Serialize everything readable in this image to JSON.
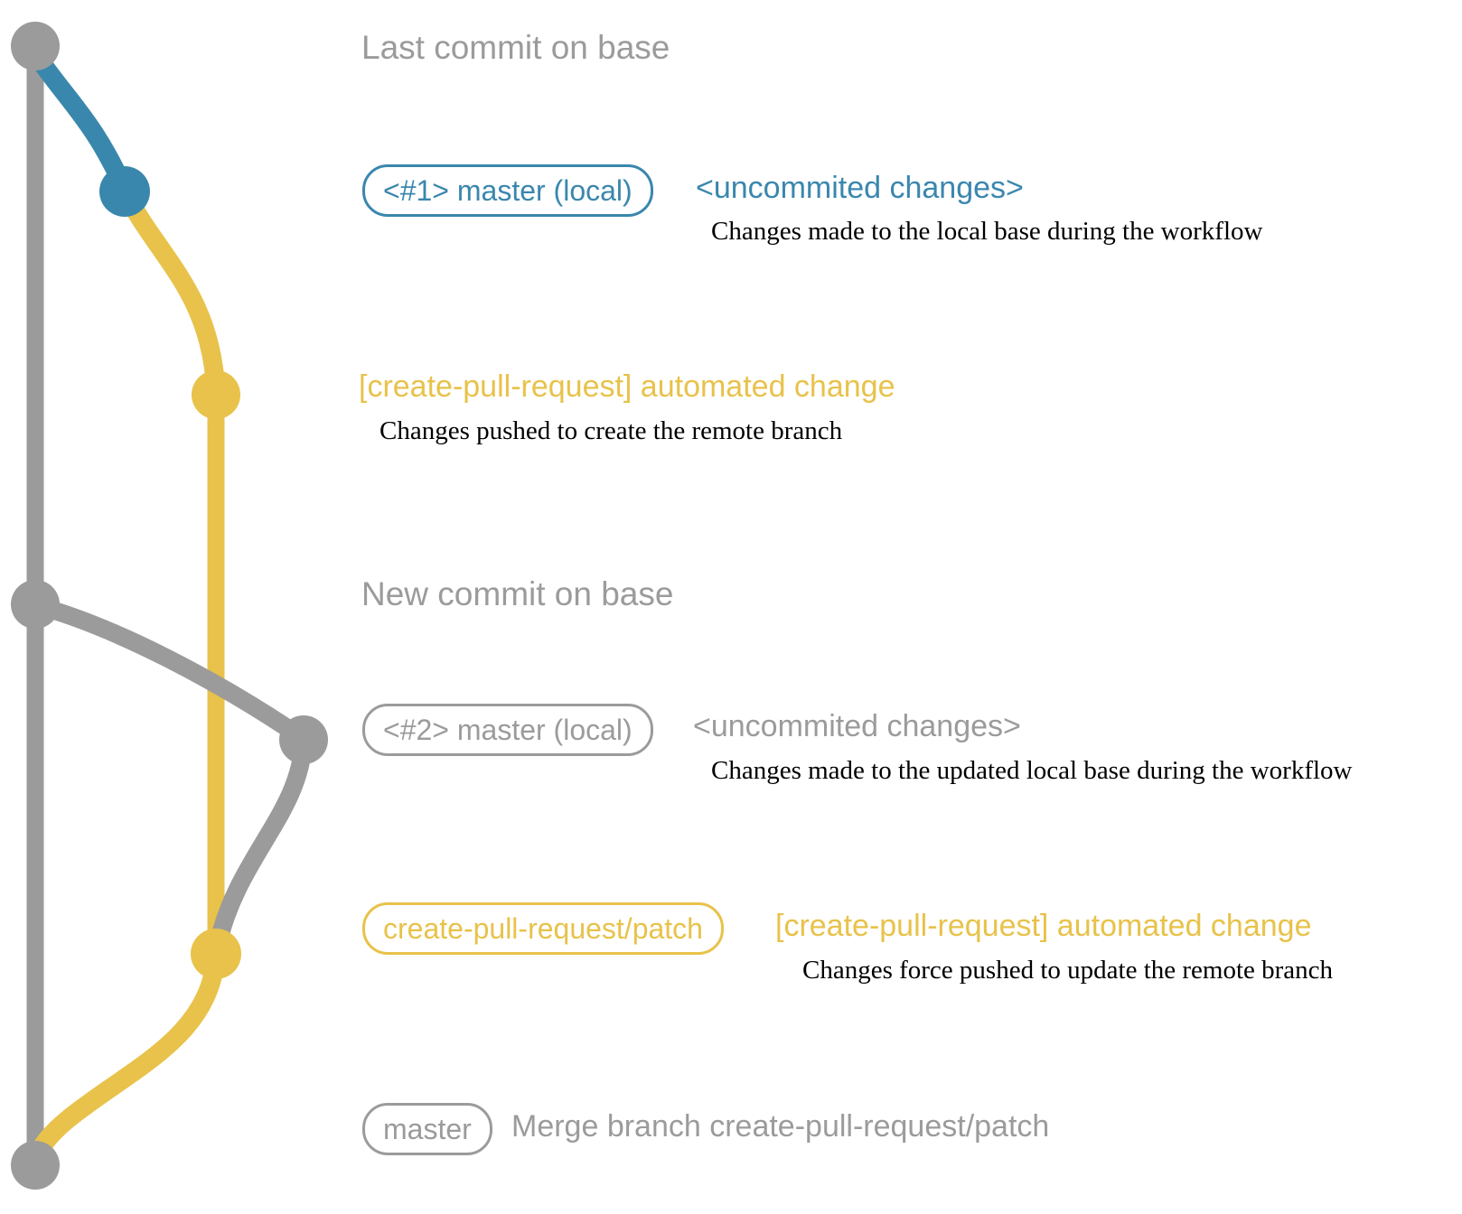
{
  "colors": {
    "gray": "#9b9b9b",
    "blue": "#3a87ad",
    "yellow": "#e8c24a",
    "ink": "#000000"
  },
  "captions": {
    "last_commit": "Last commit on base",
    "new_commit": "New commit on base"
  },
  "row1": {
    "pill": "<#1> master (local)",
    "note": "<uncommited changes>",
    "description": "Changes made to the local base during the workflow"
  },
  "row2": {
    "note": "[create-pull-request] automated change",
    "description": "Changes pushed to create the remote branch"
  },
  "row3": {
    "pill": "<#2> master (local)",
    "note": "<uncommited changes>",
    "description": "Changes made to the updated local base during the workflow"
  },
  "row4": {
    "pill": "create-pull-request/patch",
    "note": "[create-pull-request] automated change",
    "description": "Changes force pushed to update the remote branch"
  },
  "row5": {
    "pill": "master",
    "note": "Merge branch create-pull-request/patch"
  }
}
